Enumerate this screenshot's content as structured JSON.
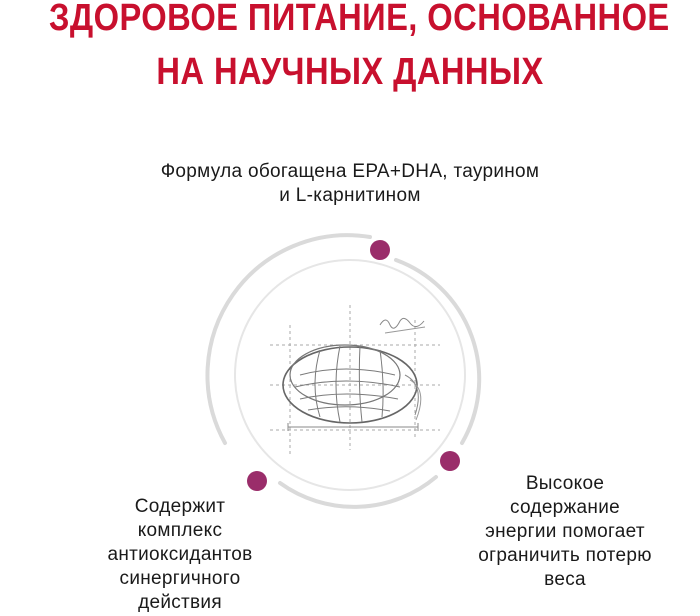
{
  "headline": {
    "line1": "ЗДОРОВОЕ ПИТАНИЕ, ОСНОВАННОЕ",
    "line2": "НА НАУЧНЫХ ДАННЫХ"
  },
  "features": {
    "top": {
      "line1": "Формула обогащена EPA+DHA, таурином",
      "line2": "и L-карнитином"
    },
    "right": {
      "line1": "Высокое",
      "line2": "содержание",
      "line3": "энергии помогает",
      "line4": "ограничить потерю",
      "line5": "веса"
    },
    "left": {
      "line1": "Содержит",
      "line2": "комплекс",
      "line3": "антиоксидантов",
      "line4": "синергичного",
      "line5": "действия"
    }
  },
  "colors": {
    "headline": "#c8102e",
    "marker": "#9a2d6a",
    "ring": "#d6d6d6",
    "sketch": "#777777"
  },
  "icons": {
    "center": "kibble-sketch-icon",
    "marker": "dot-marker-icon"
  }
}
